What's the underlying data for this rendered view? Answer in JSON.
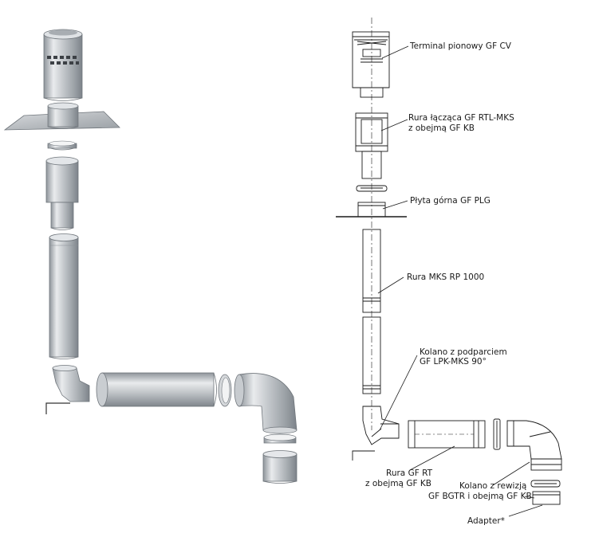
{
  "labels": {
    "terminal": "Terminal pionowy GF CV",
    "rura_laczaca_1": "Rura łącząca GF RTL-MKS",
    "rura_laczaca_2": "z obejmą GF KB",
    "plyta": "Płyta górna GF PLG",
    "rura_mks": "Rura MKS RP 1000",
    "kolano_lpk_1": "Kolano z podparciem",
    "kolano_lpk_2": "GF LPK-MKS 90°",
    "rura_rt_1": "Rura GF RT",
    "rura_rt_2": "z obejmą GF KB",
    "kolano_rew_1": "Kolano z rewizją",
    "kolano_rew_2": "GF BGTR i obejmą GF KB",
    "adapter": "Adapter*"
  },
  "colors": {
    "metal_light": "#e6e8ea",
    "metal_mid": "#b9bdc1",
    "metal_dark": "#80868c",
    "line": "#1a1a1a"
  }
}
